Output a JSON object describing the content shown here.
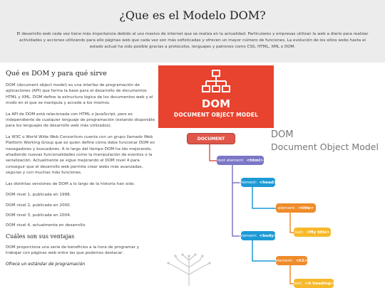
{
  "header": {
    "title": "¿Que es el Modelo DOM?",
    "intro": "El desarrollo web cada vez tiene más importancia debido al uso masivo de internet que se realiza en la actualidad. Particulares y empresas utilizan la web a diario para realizar actividades y acciones utilizando para ello páginas web que cada vez son más sofisticadas y ofrecen un mayor número de funciones. La evolución de los sitios webs hasta el estado actual ha sido posible gracias a protocolos, lenguajes y patrones como CSS, HTML, XML o DOM."
  },
  "article": {
    "heading": "Qué es DOM y para qué sirve",
    "p1": "DOM (document object model) es una interfaz de programación de aplicaciones (API) que forma la base para el desarrollo de documentos HTML y XML. DOM define la estructura lógica de los documentos web y el modo en el que se manipula y accede a los mismos.",
    "p2": "La API de DOM está relacionada con HTML o JavaScript, pero es independiente de cualquier lenguaje de programación (estando disponible para los lenguajes de desarrollo web más utilizados).",
    "p3": "La W3C o World Wide Web Consortium cuenta con un grupo llamado Web Platform Working Group que es quien define cómo debe funcionar DOM en navegadores y buscadores. A lo largo del tiempo DOM ha ido mejorando, añadiendo nuevas funcionalidades como la manipulación de eventos o la serialización. Actualmente se sigue mejorando el DOM nivel 4 para conseguir que el desarrollo web permita crear webs más avanzadas, seguras y con muchas más funciones.",
    "p4": "Las distintas versiones de DOM a lo largo de la historia han sido:",
    "versions": [
      "DOM nivel 1, publicada en 1998.",
      "DOM nivel 2, publicada en 2000.",
      "DOM nivel 3, publicada en 2004.",
      "DOM nivel 4, actualmente en desarrollo."
    ],
    "heading2": "Cuáles son sus ventajas",
    "p5": "DOM proporciona una serie de beneficios a la hora de programar y trabajar con páginas web entre las que podemos destacar:",
    "heading3": "Ofrece un estándar de programación"
  },
  "figure": {
    "card_title": "DOM",
    "card_subtitle": "DOCUMENT OBJECT MODEL",
    "big_title": "DOM",
    "big_subtitle": "Document Object Model",
    "nodes": {
      "document": "DOCUMENT",
      "root_label": "root element:",
      "root_tag": "<html>",
      "head_label": "element:",
      "head_tag": "<head>",
      "title_label": "element:",
      "title_tag": "<title>",
      "title_text_label": "text:",
      "title_text_value": "<My title>",
      "body_label": "element:",
      "body_tag": "<body>",
      "h1_label": "element:",
      "h1_tag": "<h1>",
      "h1_text_label": "text:",
      "h1_text_value": "<A heading>"
    }
  },
  "colors": {
    "card": "#e8432e",
    "document": "#e0564a",
    "root": "#7b76c6",
    "blue": "#1d9ad6",
    "orange": "#ef8b2a",
    "yellow": "#f6b92b"
  }
}
